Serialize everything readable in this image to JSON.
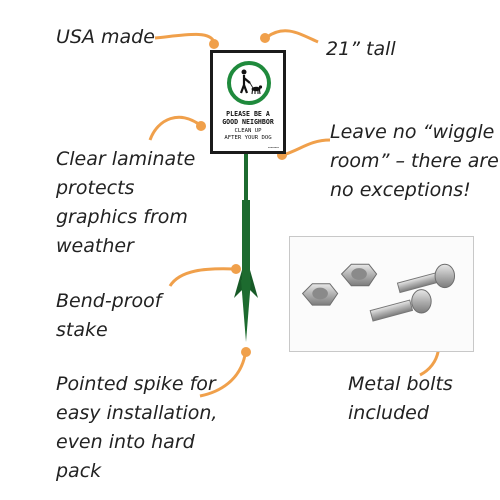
{
  "callouts": {
    "usa_made": "USA made",
    "tall": "21” tall",
    "laminate": "Clear laminate\nprotects\ngraphics from\nweather",
    "wiggle": "Leave no “wiggle\nroom” – there are\nno exceptions!",
    "bend_proof": "Bend-proof\nstake",
    "spike": "Pointed spike for\neasy installation,\neven into hard\npack",
    "bolts": "Metal bolts\nincluded"
  },
  "sign": {
    "line1": "PLEASE BE A\nGOOD NEIGHBOR",
    "line2": "CLEAN UP\nAFTER YOUR DOG"
  },
  "colors": {
    "accent": "#f0a04b",
    "sign_green": "#1f8a3c",
    "stake_green": "#1d6b2f"
  }
}
